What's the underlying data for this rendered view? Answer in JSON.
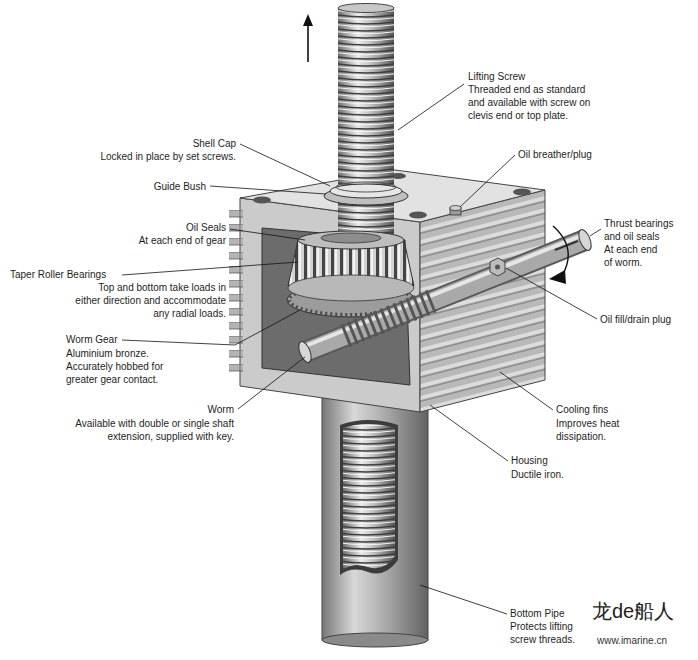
{
  "diagram": {
    "labels": [
      "Lifting Screw",
      "Threaded end as standard and available with screw on clevis end or top plate.",
      "Shell Cap",
      "Locked in place by set screws.",
      "Guide Bush",
      "Oil Seals",
      "At each end of gear",
      "Taper Roller Bearings",
      "Top and bottom take loads in either direction and accommodate any radial loads.",
      "Worm Gear",
      "Aluminium bronze. Accurately hobbed for greater gear contact.",
      "Worm",
      "Available with double or single shaft extension, supplied with key.",
      "Oil breather/plug",
      "Thrust bearings and oil seals",
      "At each end of worm.",
      "Oil fill/drain plug",
      "Cooling fins",
      "Improves heat dissipation.",
      "Housing",
      "Ductile iron.",
      "Bottom Pipe",
      "Protects lifting screw threads.",
      "龙de船人",
      "www.imarine.cn"
    ]
  }
}
